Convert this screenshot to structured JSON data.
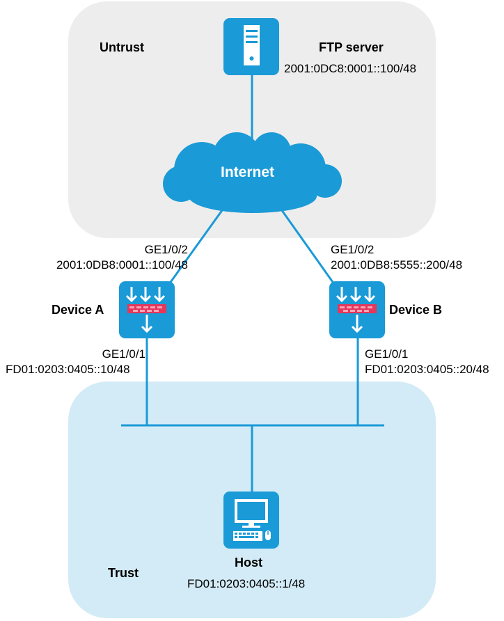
{
  "zones": {
    "untrust": "Untrust",
    "trust": "Trust"
  },
  "ftp_server": {
    "name": "FTP server",
    "address": "2001:0DC8:0001::100/48",
    "icon": "server-icon"
  },
  "internet": {
    "label": "Internet",
    "icon": "cloud-icon"
  },
  "device_a": {
    "name": "Device A",
    "icon": "firewall-icon",
    "upstream_interface": "GE1/0/2",
    "upstream_address": "2001:0DB8:0001::100/48",
    "downstream_interface": "GE1/0/1",
    "downstream_address": "FD01:0203:0405::10/48"
  },
  "device_b": {
    "name": "Device B",
    "icon": "firewall-icon",
    "upstream_interface": "GE1/0/2",
    "upstream_address": "2001:0DB8:5555::200/48",
    "downstream_interface": "GE1/0/1",
    "downstream_address": "FD01:0203:0405::20/48"
  },
  "host": {
    "name": "Host",
    "address": "FD01:0203:0405::1/48",
    "icon": "computer-icon"
  },
  "colors": {
    "icon_blue": "#1a9ad6",
    "icon_red": "#e8355a",
    "untrust_bg": "#ededed",
    "trust_bg": "#d3ebf6",
    "line": "#1a9ad6"
  }
}
